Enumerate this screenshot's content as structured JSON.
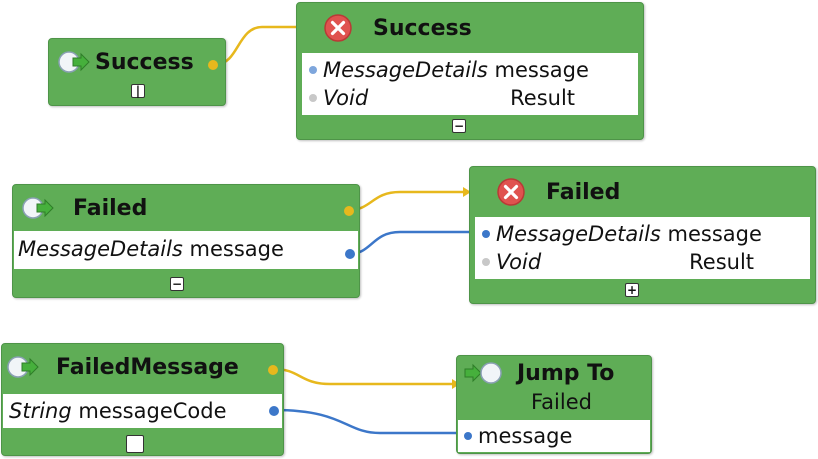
{
  "start_success": {
    "title": "Success",
    "toggle": "|"
  },
  "end_success": {
    "title": "Success",
    "params": [
      {
        "type": "MessageDetails",
        "name": "message"
      },
      {
        "type": "Void",
        "name": "Result"
      }
    ],
    "toggle": "−"
  },
  "start_failed": {
    "title": "Failed",
    "params": [
      {
        "type": "MessageDetails",
        "name": "message"
      }
    ],
    "toggle": "−"
  },
  "end_failed": {
    "title": "Failed",
    "params": [
      {
        "type": "MessageDetails",
        "name": "message"
      },
      {
        "type": "Void",
        "name": "Result"
      }
    ],
    "toggle": "+"
  },
  "start_failed_message": {
    "title": "FailedMessage",
    "params": [
      {
        "type": "String",
        "name": "messageCode"
      }
    ],
    "toggle": ""
  },
  "jump_to": {
    "title": "Jump To",
    "subtitle": "Failed",
    "params": [
      {
        "name": "message"
      }
    ]
  },
  "colors": {
    "node_fill": "#5fad56",
    "flow_wire": "#e7b81d",
    "data_wire": "#3c77c9",
    "error_icon": "#e0534f"
  }
}
